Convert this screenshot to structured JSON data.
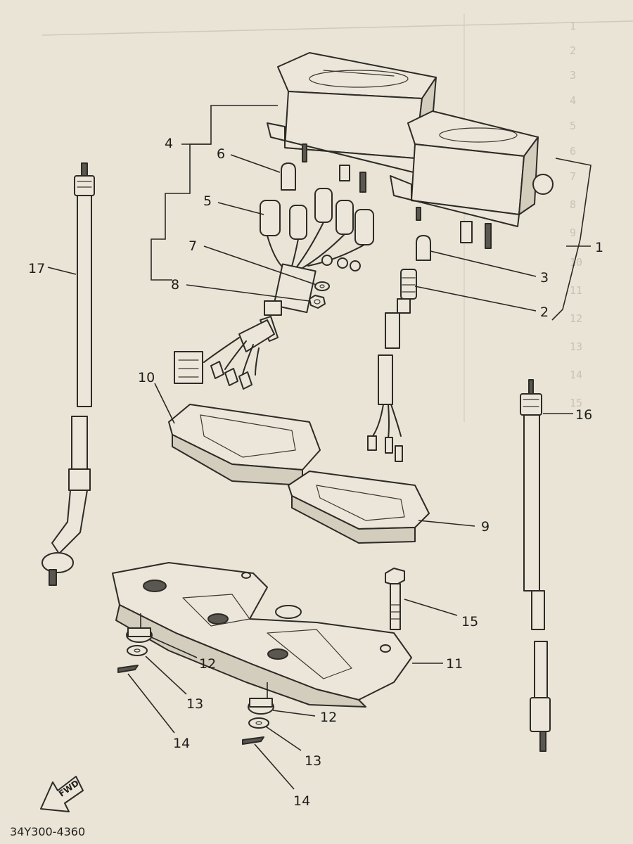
{
  "diagram": {
    "page_code": "34Y300-4360",
    "fwd_label": "FWD",
    "bleed_through": [
      "1",
      "2",
      "3",
      "4",
      "5",
      "6",
      "7",
      "8",
      "9",
      "10",
      "11",
      "12",
      "13",
      "14",
      "15"
    ],
    "callouts": [
      {
        "id": "c1",
        "label": "1"
      },
      {
        "id": "c2",
        "label": "2"
      },
      {
        "id": "c3",
        "label": "3"
      },
      {
        "id": "c4",
        "label": "4"
      },
      {
        "id": "c5",
        "label": "5"
      },
      {
        "id": "c6",
        "label": "6"
      },
      {
        "id": "c7",
        "label": "7"
      },
      {
        "id": "c8",
        "label": "8"
      },
      {
        "id": "c9",
        "label": "9"
      },
      {
        "id": "c10",
        "label": "10"
      },
      {
        "id": "c11",
        "label": "11"
      },
      {
        "id": "c12a",
        "label": "12"
      },
      {
        "id": "c12b",
        "label": "12"
      },
      {
        "id": "c13a",
        "label": "13"
      },
      {
        "id": "c13b",
        "label": "13"
      },
      {
        "id": "c14a",
        "label": "14"
      },
      {
        "id": "c14b",
        "label": "14"
      },
      {
        "id": "c15",
        "label": "15"
      },
      {
        "id": "c16",
        "label": "16"
      },
      {
        "id": "c17",
        "label": "17"
      }
    ]
  }
}
